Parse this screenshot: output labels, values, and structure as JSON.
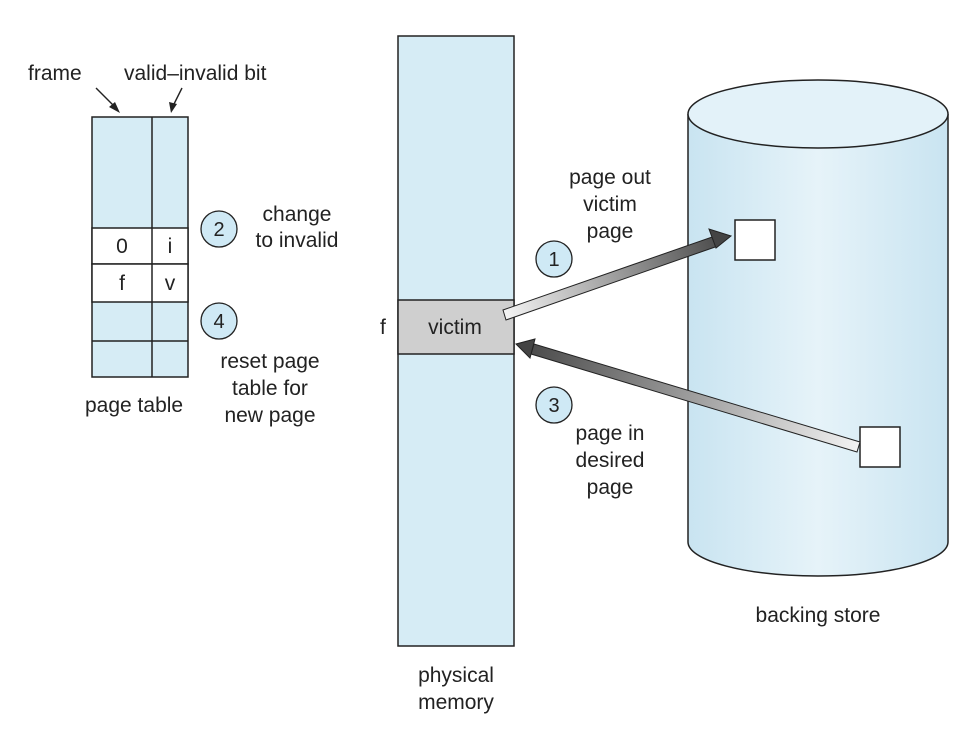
{
  "page_table": {
    "frame_label": "frame",
    "valid_bit_label": "valid–invalid bit",
    "caption": "page table",
    "rows": [
      {
        "frame": "0",
        "bit": "i"
      },
      {
        "frame": "f",
        "bit": "v"
      }
    ]
  },
  "steps": [
    {
      "number": "1",
      "lines": [
        "page out",
        "victim",
        "page"
      ]
    },
    {
      "number": "2",
      "lines": [
        "change",
        "to invalid"
      ]
    },
    {
      "number": "3",
      "lines": [
        "page in",
        "desired",
        "page"
      ]
    },
    {
      "number": "4",
      "lines": [
        "reset page",
        "table for",
        "new page"
      ]
    }
  ],
  "physical_memory": {
    "frame_marker": "f",
    "victim_label": "victim",
    "caption_lines": [
      "physical",
      "memory"
    ]
  },
  "backing_store": {
    "caption": "backing store"
  },
  "colors": {
    "fill_light_blue": "#d6ecf5",
    "victim_gray": "#cfcfcf",
    "circle_fill": "#cfe9f5",
    "stroke": "#222222",
    "arrow_dark": "#555555"
  }
}
